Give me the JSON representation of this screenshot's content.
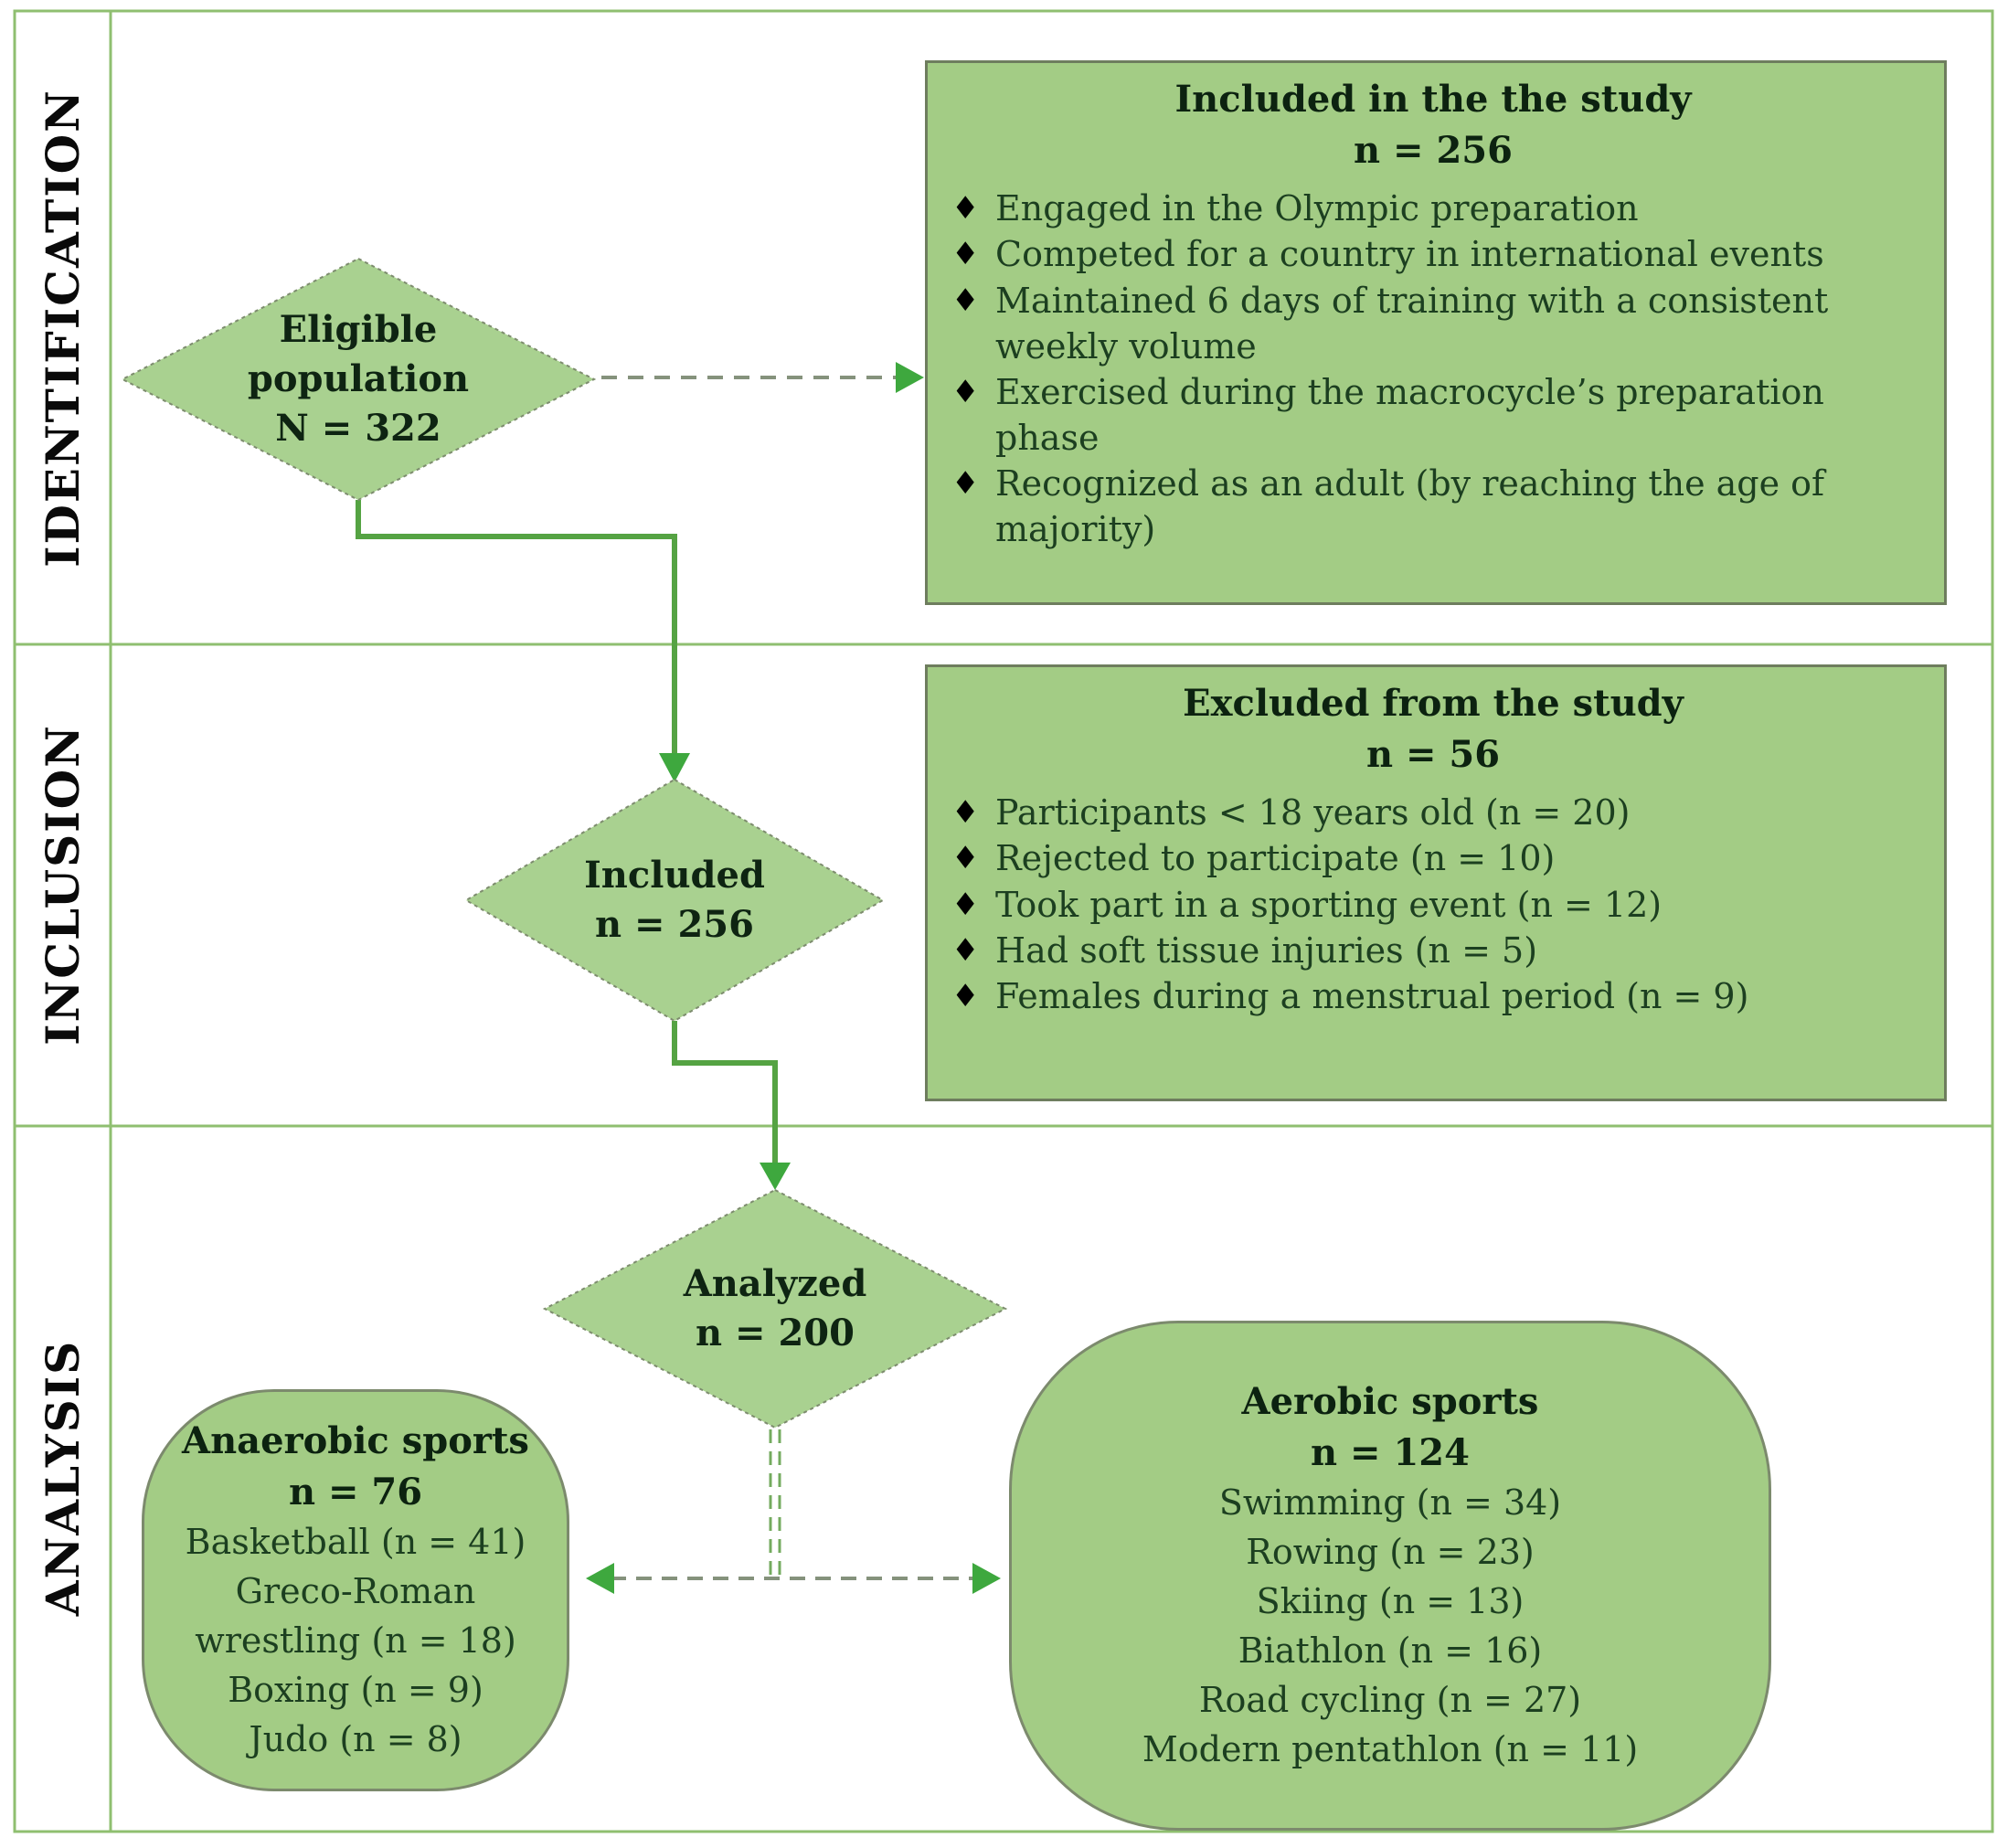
{
  "figure": {
    "type": "study participant flow diagram"
  },
  "icons": {
    "bullet": "♦"
  },
  "colors": {
    "node_fill": "#a3cc85",
    "diamond_fill": "#a9d190",
    "frame_green": "#8fbf70",
    "solid_connector": "#55a343",
    "arrowhead_green": "#3ea83e",
    "dashed_connector": "#85927c",
    "title_text": "#0c2210",
    "body_text": "#1c3f20"
  },
  "sections": [
    {
      "label": "IDENTIFICATION"
    },
    {
      "label": "INCLUSION"
    },
    {
      "label": "ANALYSIS"
    }
  ],
  "nodes": {
    "eligible": {
      "lines": [
        "Eligible",
        "population",
        "N = 322"
      ]
    },
    "included": {
      "lines": [
        "Included",
        "n = 256"
      ]
    },
    "analyzed": {
      "lines": [
        "Analyzed",
        "n = 200"
      ]
    },
    "included_box": {
      "title": "Included in the the study",
      "count": "n = 256",
      "bullets": [
        "Engaged in the Olympic preparation",
        "Competed for a country in international events",
        "Maintained 6 days of training with a consistent weekly volume",
        "Exercised during the macrocycle’s preparation phase",
        "Recognized as an adult (by reaching the age of majority)"
      ]
    },
    "excluded_box": {
      "title": "Excluded from the study",
      "count": "n = 56",
      "bullets": [
        "Participants < 18 years old (n = 20)",
        "Rejected to participate (n = 10)",
        "Took part in a sporting event (n = 12)",
        "Had soft tissue injuries (n = 5)",
        "Females during a menstrual period (n = 9)"
      ]
    },
    "anaerobic_box": {
      "title": "Anaerobic sports",
      "count": "n = 76",
      "items": [
        "Basketball (n = 41)",
        "Greco-Roman wrestling (n = 18)",
        "Boxing (n = 9)",
        "Judo (n = 8)"
      ]
    },
    "aerobic_box": {
      "title": "Aerobic sports",
      "count": "n = 124",
      "items": [
        "Swimming (n = 34)",
        "Rowing (n = 23)",
        "Skiing (n = 13)",
        "Biathlon (n = 16)",
        "Road cycling (n = 27)",
        "Modern pentathlon (n = 11)"
      ]
    }
  }
}
